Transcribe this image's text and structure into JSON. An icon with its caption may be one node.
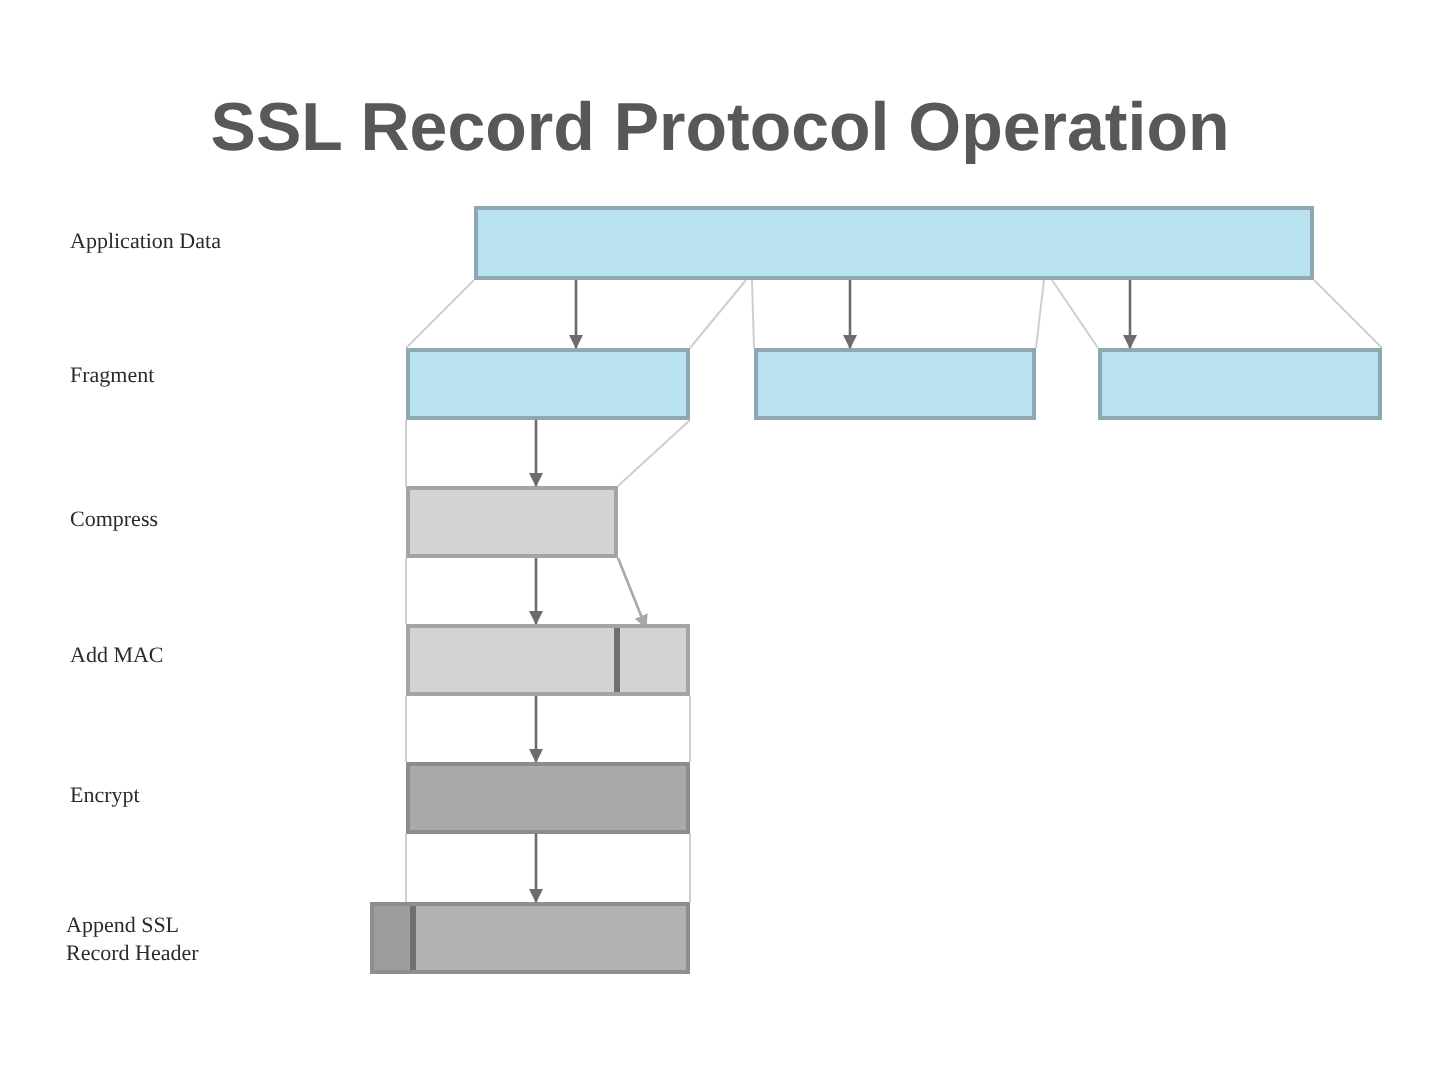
{
  "diagram": {
    "title": "SSL Record Protocol Operation",
    "nodes": [
      {
        "text": [],
        "shape": "box"
      },
      {
        "text": [],
        "shape": "box"
      },
      {
        "text": [],
        "shape": "box"
      },
      {
        "text": [],
        "shape": "box"
      },
      {
        "text": [],
        "shape": "box"
      },
      {
        "text": [],
        "shape": "box"
      },
      {
        "text": [],
        "shape": "box",
        "in": 5
      },
      {
        "text": [],
        "shape": "box"
      },
      {
        "text": [],
        "shape": "box"
      },
      {
        "text": [],
        "shape": "box",
        "in": 8
      }
    ],
    "edges": [
      {
        "from": 0,
        "to": 1,
        "arrow": "to",
        "color": "#6c6c6c"
      },
      {
        "from": 0,
        "to": 2,
        "arrow": "to",
        "color": "#6c6c6c"
      },
      {
        "from": 0,
        "to": 3,
        "arrow": "to",
        "color": "#6c6c6c"
      },
      {
        "from": 1,
        "to": 4,
        "arrow": "to",
        "color": "#6c6c6c"
      },
      {
        "from": 4,
        "to": 5,
        "arrow": "to",
        "color": "#6c6c6c"
      },
      {
        "from": 4,
        "to": 6,
        "arrow": "to",
        "color": "#a8a8a8"
      },
      {
        "from": 5,
        "to": 7,
        "arrow": "to",
        "color": "#6c6c6c"
      },
      {
        "from": 7,
        "to": 8,
        "arrow": "to",
        "color": "#6c6c6c"
      },
      {
        "from": 0,
        "to": 1,
        "arrow": "none"
      },
      {
        "from": 0,
        "to": 1,
        "arrow": "none"
      },
      {
        "from": 0,
        "to": 2,
        "arrow": "none"
      },
      {
        "from": 0,
        "to": 2,
        "arrow": "none"
      },
      {
        "from": 0,
        "to": 3,
        "arrow": "none"
      },
      {
        "from": 0,
        "to": 3,
        "arrow": "none"
      },
      {
        "from": 1,
        "to": 4,
        "arrow": "none"
      },
      {
        "from": 1,
        "to": 4,
        "arrow": "none"
      },
      {
        "from": 4,
        "to": 5,
        "arrow": "none"
      },
      {
        "from": 5,
        "to": 7,
        "arrow": "none"
      },
      {
        "from": 5,
        "to": 7,
        "arrow": "none"
      },
      {
        "from": 7,
        "to": 8,
        "arrow": "none"
      },
      {
        "from": 7,
        "to": 8,
        "arrow": "none"
      }
    ],
    "labels": [
      "Application Data",
      "Fragment",
      "Compress",
      "Add MAC",
      "Encrypt",
      "Append SSL Record Header"
    ]
  }
}
